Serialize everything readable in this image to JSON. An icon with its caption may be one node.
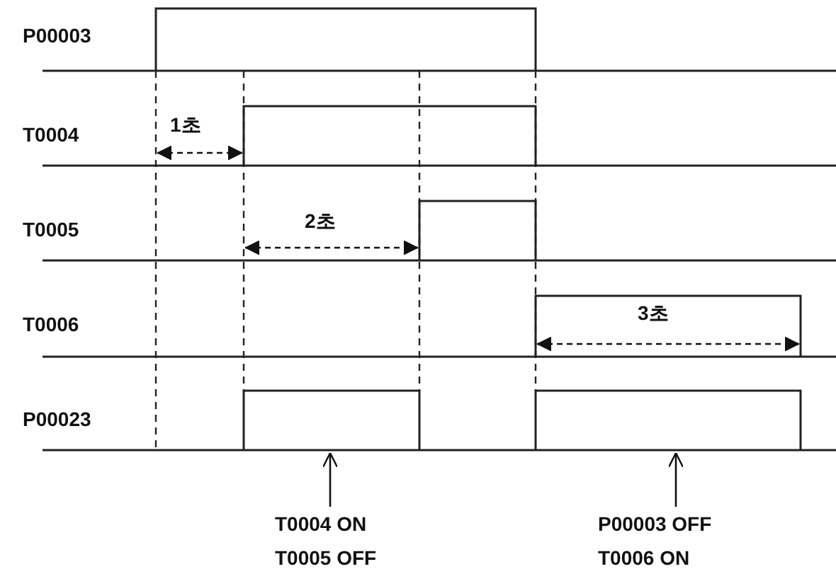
{
  "diagram": {
    "nodes": [
      {
        "text": [
          "T0004 ON T0005 OFF"
        ]
      },
      {
        "text": [
          "P00003 OFF T0006 ON"
        ]
      }
    ],
    "edges": [
      {
        "from": 0,
        "to": null,
        "arrow": "to"
      },
      {
        "from": 1,
        "to": null,
        "arrow": "to"
      }
    ],
    "labels": [
      "P00003",
      "T0004",
      "1초",
      "T0005",
      "2초",
      "T0006",
      "3초",
      "P00023"
    ]
  }
}
